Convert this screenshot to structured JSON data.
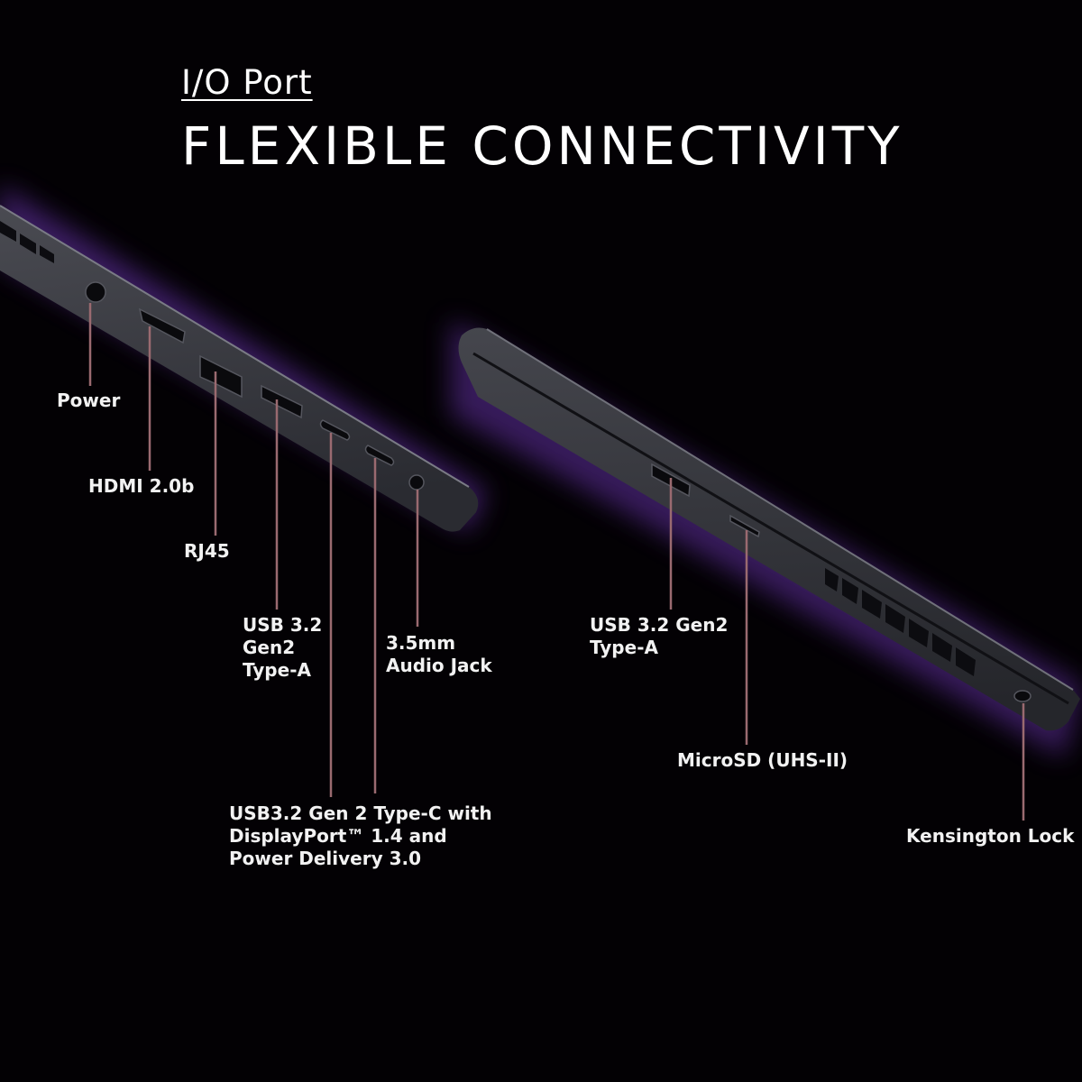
{
  "header": {
    "subtitle": "I/O Port",
    "title": "FLEXIBLE CONNECTIVITY"
  },
  "colors": {
    "background": "#030104",
    "chassis": "#3a3b42",
    "leader_line": "#9a6a70",
    "glow": "#7a3fc0"
  },
  "left_side": {
    "labels": {
      "power": "Power",
      "hdmi": "HDMI 2.0b",
      "rj45": "RJ45",
      "usb_a": [
        "USB 3.2",
        "Gen2",
        "Type-A"
      ],
      "audio": [
        "3.5mm",
        "Audio Jack"
      ],
      "usb_c": [
        "USB3.2 Gen 2 Type-C with",
        "DisplayPort™ 1.4 and",
        "Power Delivery 3.0"
      ]
    }
  },
  "right_side": {
    "labels": {
      "usb_a": [
        "USB 3.2 Gen2",
        "Type-A"
      ],
      "microsd": "MicroSD (UHS-II)",
      "kensington": "Kensington Lock"
    }
  }
}
